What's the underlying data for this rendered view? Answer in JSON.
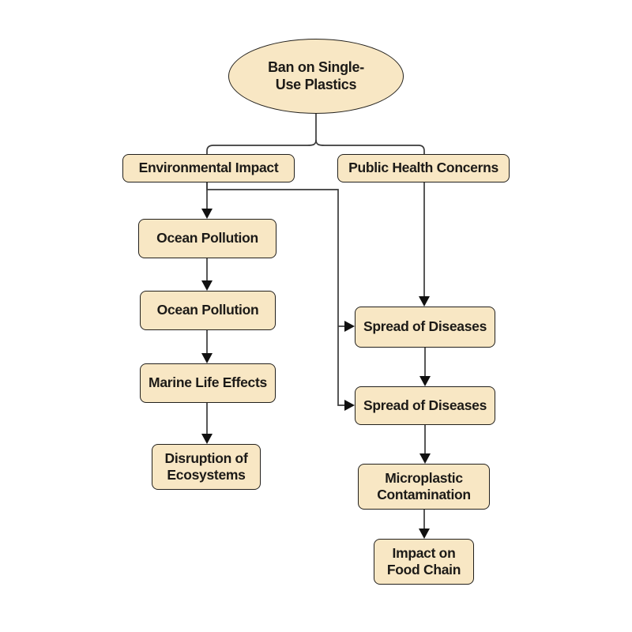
{
  "diagram": {
    "type": "flowchart",
    "title": "Ban on Single-Use Plastics",
    "nodes": {
      "root": {
        "label": "Ban on Single-Use Plastics",
        "shape": "ellipse"
      },
      "env": {
        "label": "Environmental Impact",
        "shape": "rect"
      },
      "health": {
        "label": "Public Health Concerns",
        "shape": "rect"
      },
      "ocean1": {
        "label": "Ocean Pollution",
        "shape": "rect"
      },
      "ocean2": {
        "label": "Ocean Pollution",
        "shape": "rect"
      },
      "marine": {
        "label": "Marine Life Effects",
        "shape": "rect"
      },
      "disruption": {
        "label": "Disruption of Ecosystems",
        "shape": "rect"
      },
      "disease1": {
        "label": "Spread of Diseases",
        "shape": "rect"
      },
      "disease2": {
        "label": "Spread of Diseases",
        "shape": "rect"
      },
      "micro": {
        "label": "Microplastic Contamination",
        "shape": "rect"
      },
      "food": {
        "label": "Impact on Food Chain",
        "shape": "rect"
      }
    },
    "edges": [
      {
        "from": "root",
        "to": "env",
        "arrow": false
      },
      {
        "from": "root",
        "to": "health",
        "arrow": false
      },
      {
        "from": "env",
        "to": "ocean1",
        "arrow": true
      },
      {
        "from": "ocean1",
        "to": "ocean2",
        "arrow": true
      },
      {
        "from": "ocean2",
        "to": "marine",
        "arrow": true
      },
      {
        "from": "marine",
        "to": "disruption",
        "arrow": true
      },
      {
        "from": "env",
        "to": "disease1",
        "arrow": true
      },
      {
        "from": "env",
        "to": "disease2",
        "arrow": true
      },
      {
        "from": "health",
        "to": "disease1",
        "arrow": true
      },
      {
        "from": "disease1",
        "to": "disease2",
        "arrow": true
      },
      {
        "from": "disease2",
        "to": "micro",
        "arrow": true
      },
      {
        "from": "micro",
        "to": "food",
        "arrow": true
      }
    ],
    "colors": {
      "background": "#ffffff",
      "node_fill": "#f8e7c4",
      "node_border": "#22201c",
      "connector": "#3a3a3a",
      "arrowhead": "#111111",
      "text": "#1c1a17"
    }
  }
}
